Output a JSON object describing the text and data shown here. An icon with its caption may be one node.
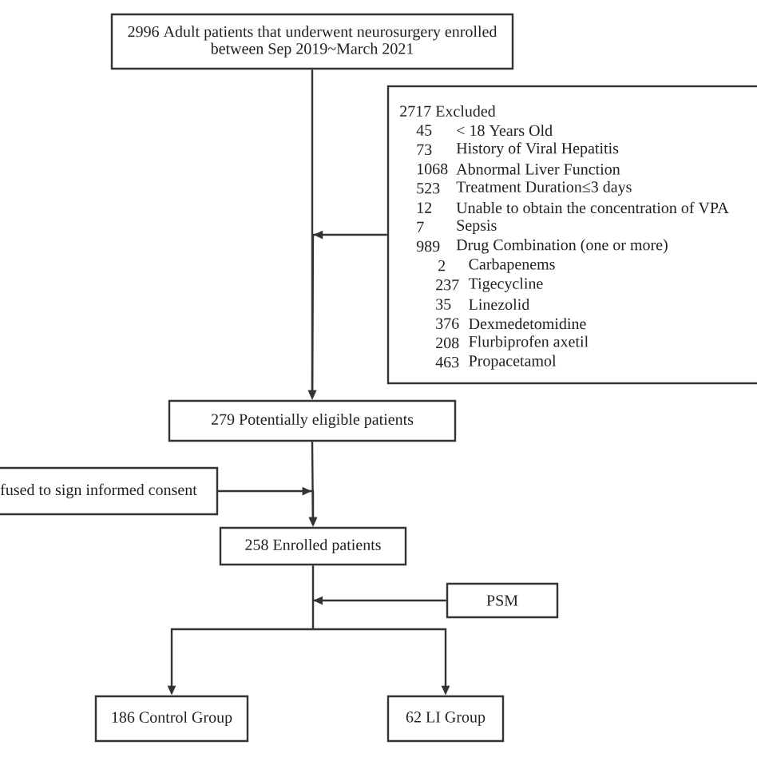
{
  "diagram": {
    "nodes": [
      {
        "text": [
          "2996 Adult patients that underwent neurosurgery enrolled between Sep 2019~March 2021"
        ]
      },
      {
        "text": [
          "2717 Excluded",
          "45",
          "< 18 Years Old",
          "73",
          "History of Viral Hepatitis",
          "1068",
          "Abnormal Liver Function",
          "523",
          "Treatment Duration≤3 days",
          "12",
          "Unable to obtain the concentration of VPA",
          "7",
          "Sepsis",
          "989",
          "Drug Combination (one or more)",
          "2",
          "Carbapenems",
          "237",
          "Tigecycline",
          "35",
          "Linezolid",
          "376",
          "Dexmedetomidine",
          "208",
          "Flurbiprofen axetil",
          "463",
          "Propacetamol"
        ]
      },
      {
        "text": [
          "279 Potentially eligible patients"
        ]
      },
      {
        "text": [
          "fused to sign informed consent"
        ]
      },
      {
        "text": [
          "258 Enrolled patients"
        ]
      },
      {
        "text": [
          "PSM"
        ]
      },
      {
        "text": [
          "186 Control Group"
        ]
      },
      {
        "text": [
          "62 LI Group"
        ]
      }
    ],
    "edges": [
      {
        "from": 0,
        "to": 2,
        "arrow": "to"
      },
      {
        "from": 1,
        "to": 2,
        "arrow": "to"
      },
      {
        "from": 2,
        "to": 4,
        "arrow": "to"
      },
      {
        "from": 3,
        "to": 4,
        "arrow": "to"
      },
      {
        "from": 4,
        "to": 6,
        "arrow": "to"
      },
      {
        "from": 4,
        "to": 7,
        "arrow": "to"
      },
      {
        "from": 5,
        "to": 6,
        "arrow": "to"
      },
      {
        "from": 5,
        "to": 7,
        "arrow": "to"
      }
    ]
  }
}
